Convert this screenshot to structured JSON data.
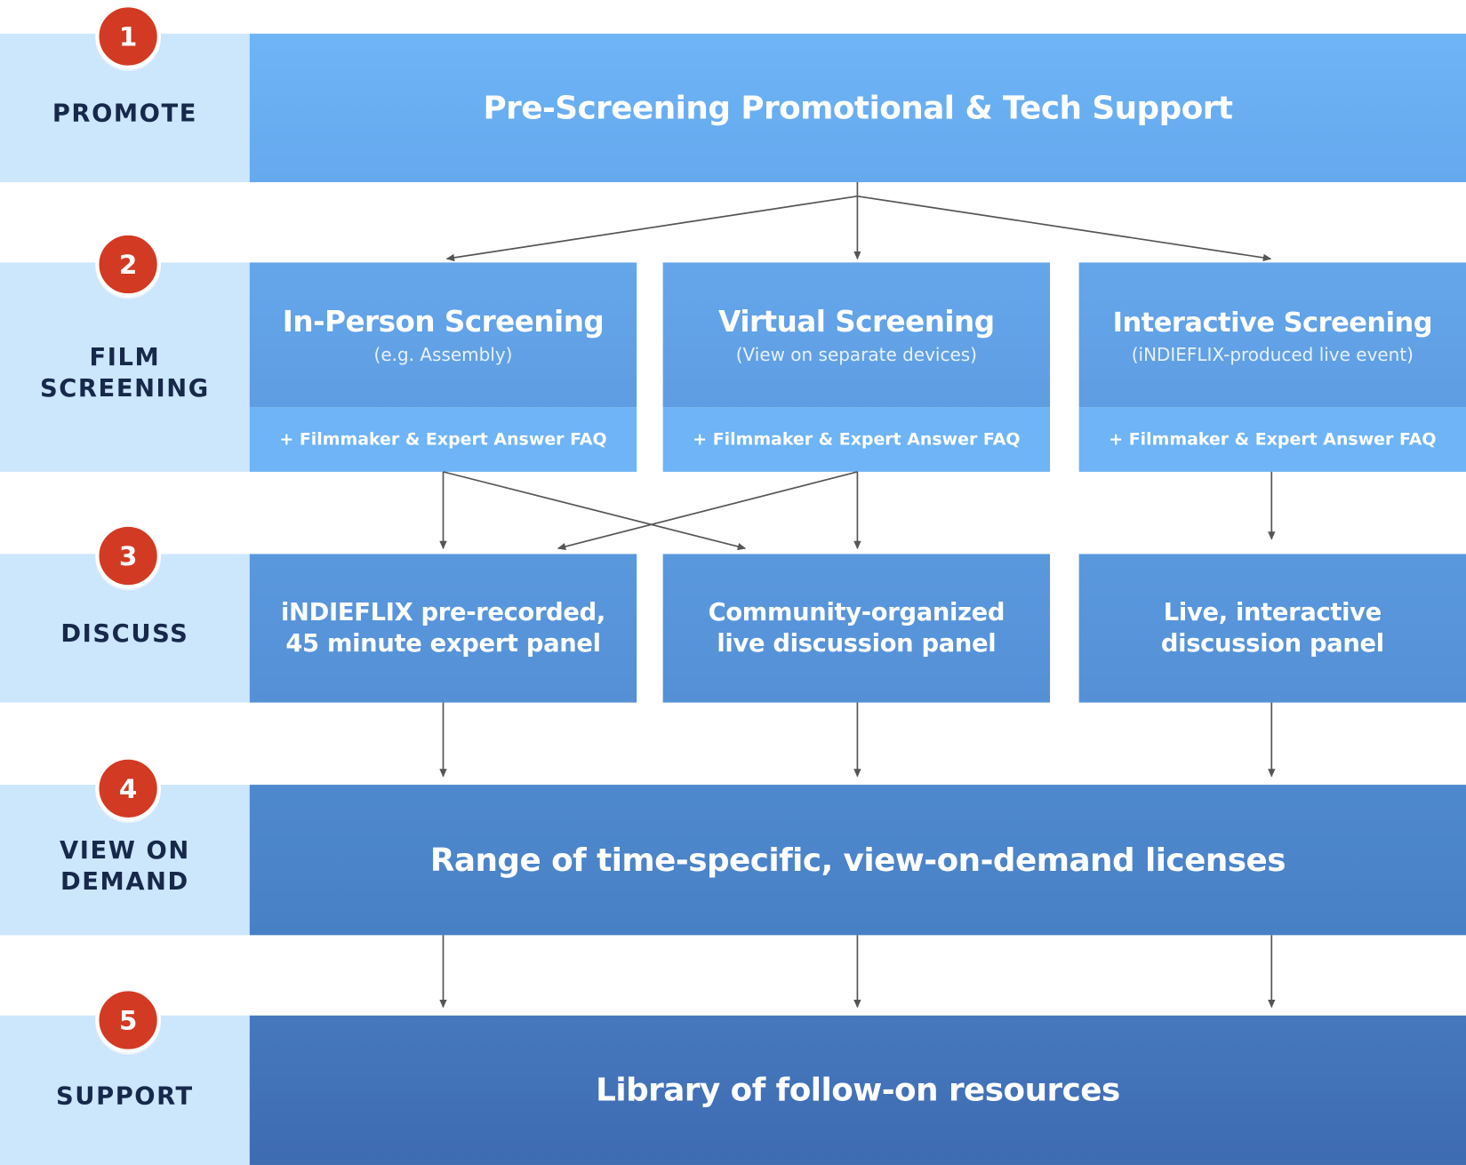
{
  "colors": {
    "label_bg": "#cce6fc",
    "label_text": "#17294a",
    "badge": "#d23a24"
  },
  "stages": [
    {
      "number": "1",
      "label_lines": [
        "PROMOTE"
      ]
    },
    {
      "number": "2",
      "label_lines": [
        "FILM",
        "SCREENING"
      ]
    },
    {
      "number": "3",
      "label_lines": [
        "DISCUSS"
      ]
    },
    {
      "number": "4",
      "label_lines": [
        "VIEW ON",
        "DEMAND"
      ]
    },
    {
      "number": "5",
      "label_lines": [
        "SUPPORT"
      ]
    }
  ],
  "promote": {
    "title": "Pre-Screening Promotional & Tech Support"
  },
  "screenings": [
    {
      "title": "In-Person Screening",
      "subtitle": "(e.g. Assembly)",
      "faq": "+ Filmmaker & Expert Answer FAQ"
    },
    {
      "title": "Virtual Screening",
      "subtitle": "(View on separate devices)",
      "faq": "+ Filmmaker & Expert Answer FAQ"
    },
    {
      "title": "Interactive Screening",
      "subtitle": "(iNDIEFLIX-produced live event)",
      "faq": "+ Filmmaker & Expert Answer FAQ"
    }
  ],
  "discuss": [
    {
      "lines": [
        "iNDIEFLIX pre-recorded,",
        "45 minute expert panel"
      ]
    },
    {
      "lines": [
        "Community-organized",
        "live discussion panel"
      ]
    },
    {
      "lines": [
        "Live, interactive",
        "discussion panel"
      ]
    }
  ],
  "view_on_demand": {
    "title": "Range of time-specific, view-on-demand licenses"
  },
  "support": {
    "title": "Library of follow-on resources"
  }
}
